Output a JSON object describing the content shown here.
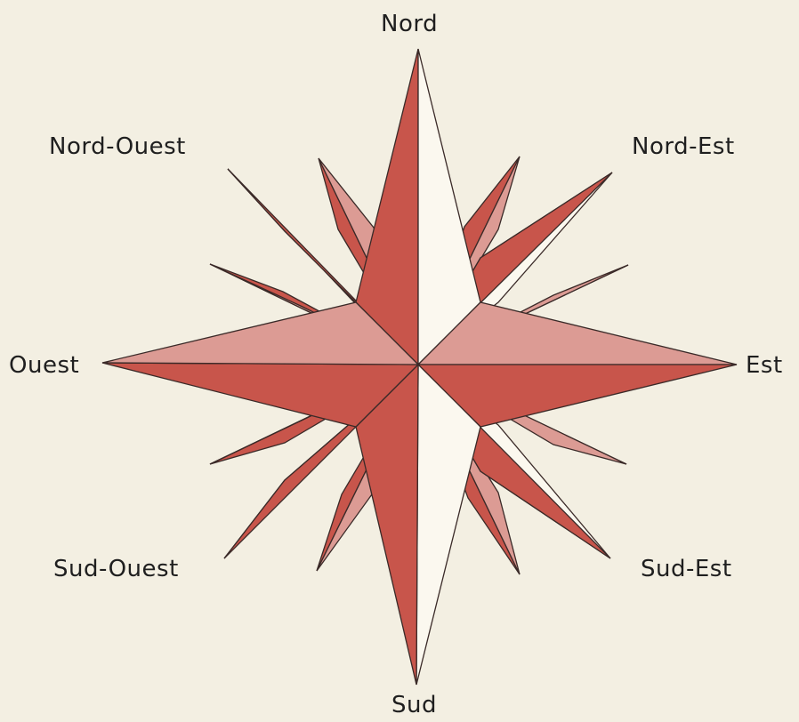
{
  "labels": {
    "north": "Nord",
    "north_east": "Nord-Est",
    "east": "Est",
    "south_east": "Sud-Est",
    "south": "Sud",
    "south_west": "Sud-Ouest",
    "west": "Ouest",
    "north_west": "Nord-Ouest"
  },
  "colors": {
    "background": "#f3efe2",
    "dark_red": "#c8554b",
    "light_red": "#dc9b94",
    "pale": "#fbf8ef",
    "outline": "#3a2a28"
  }
}
